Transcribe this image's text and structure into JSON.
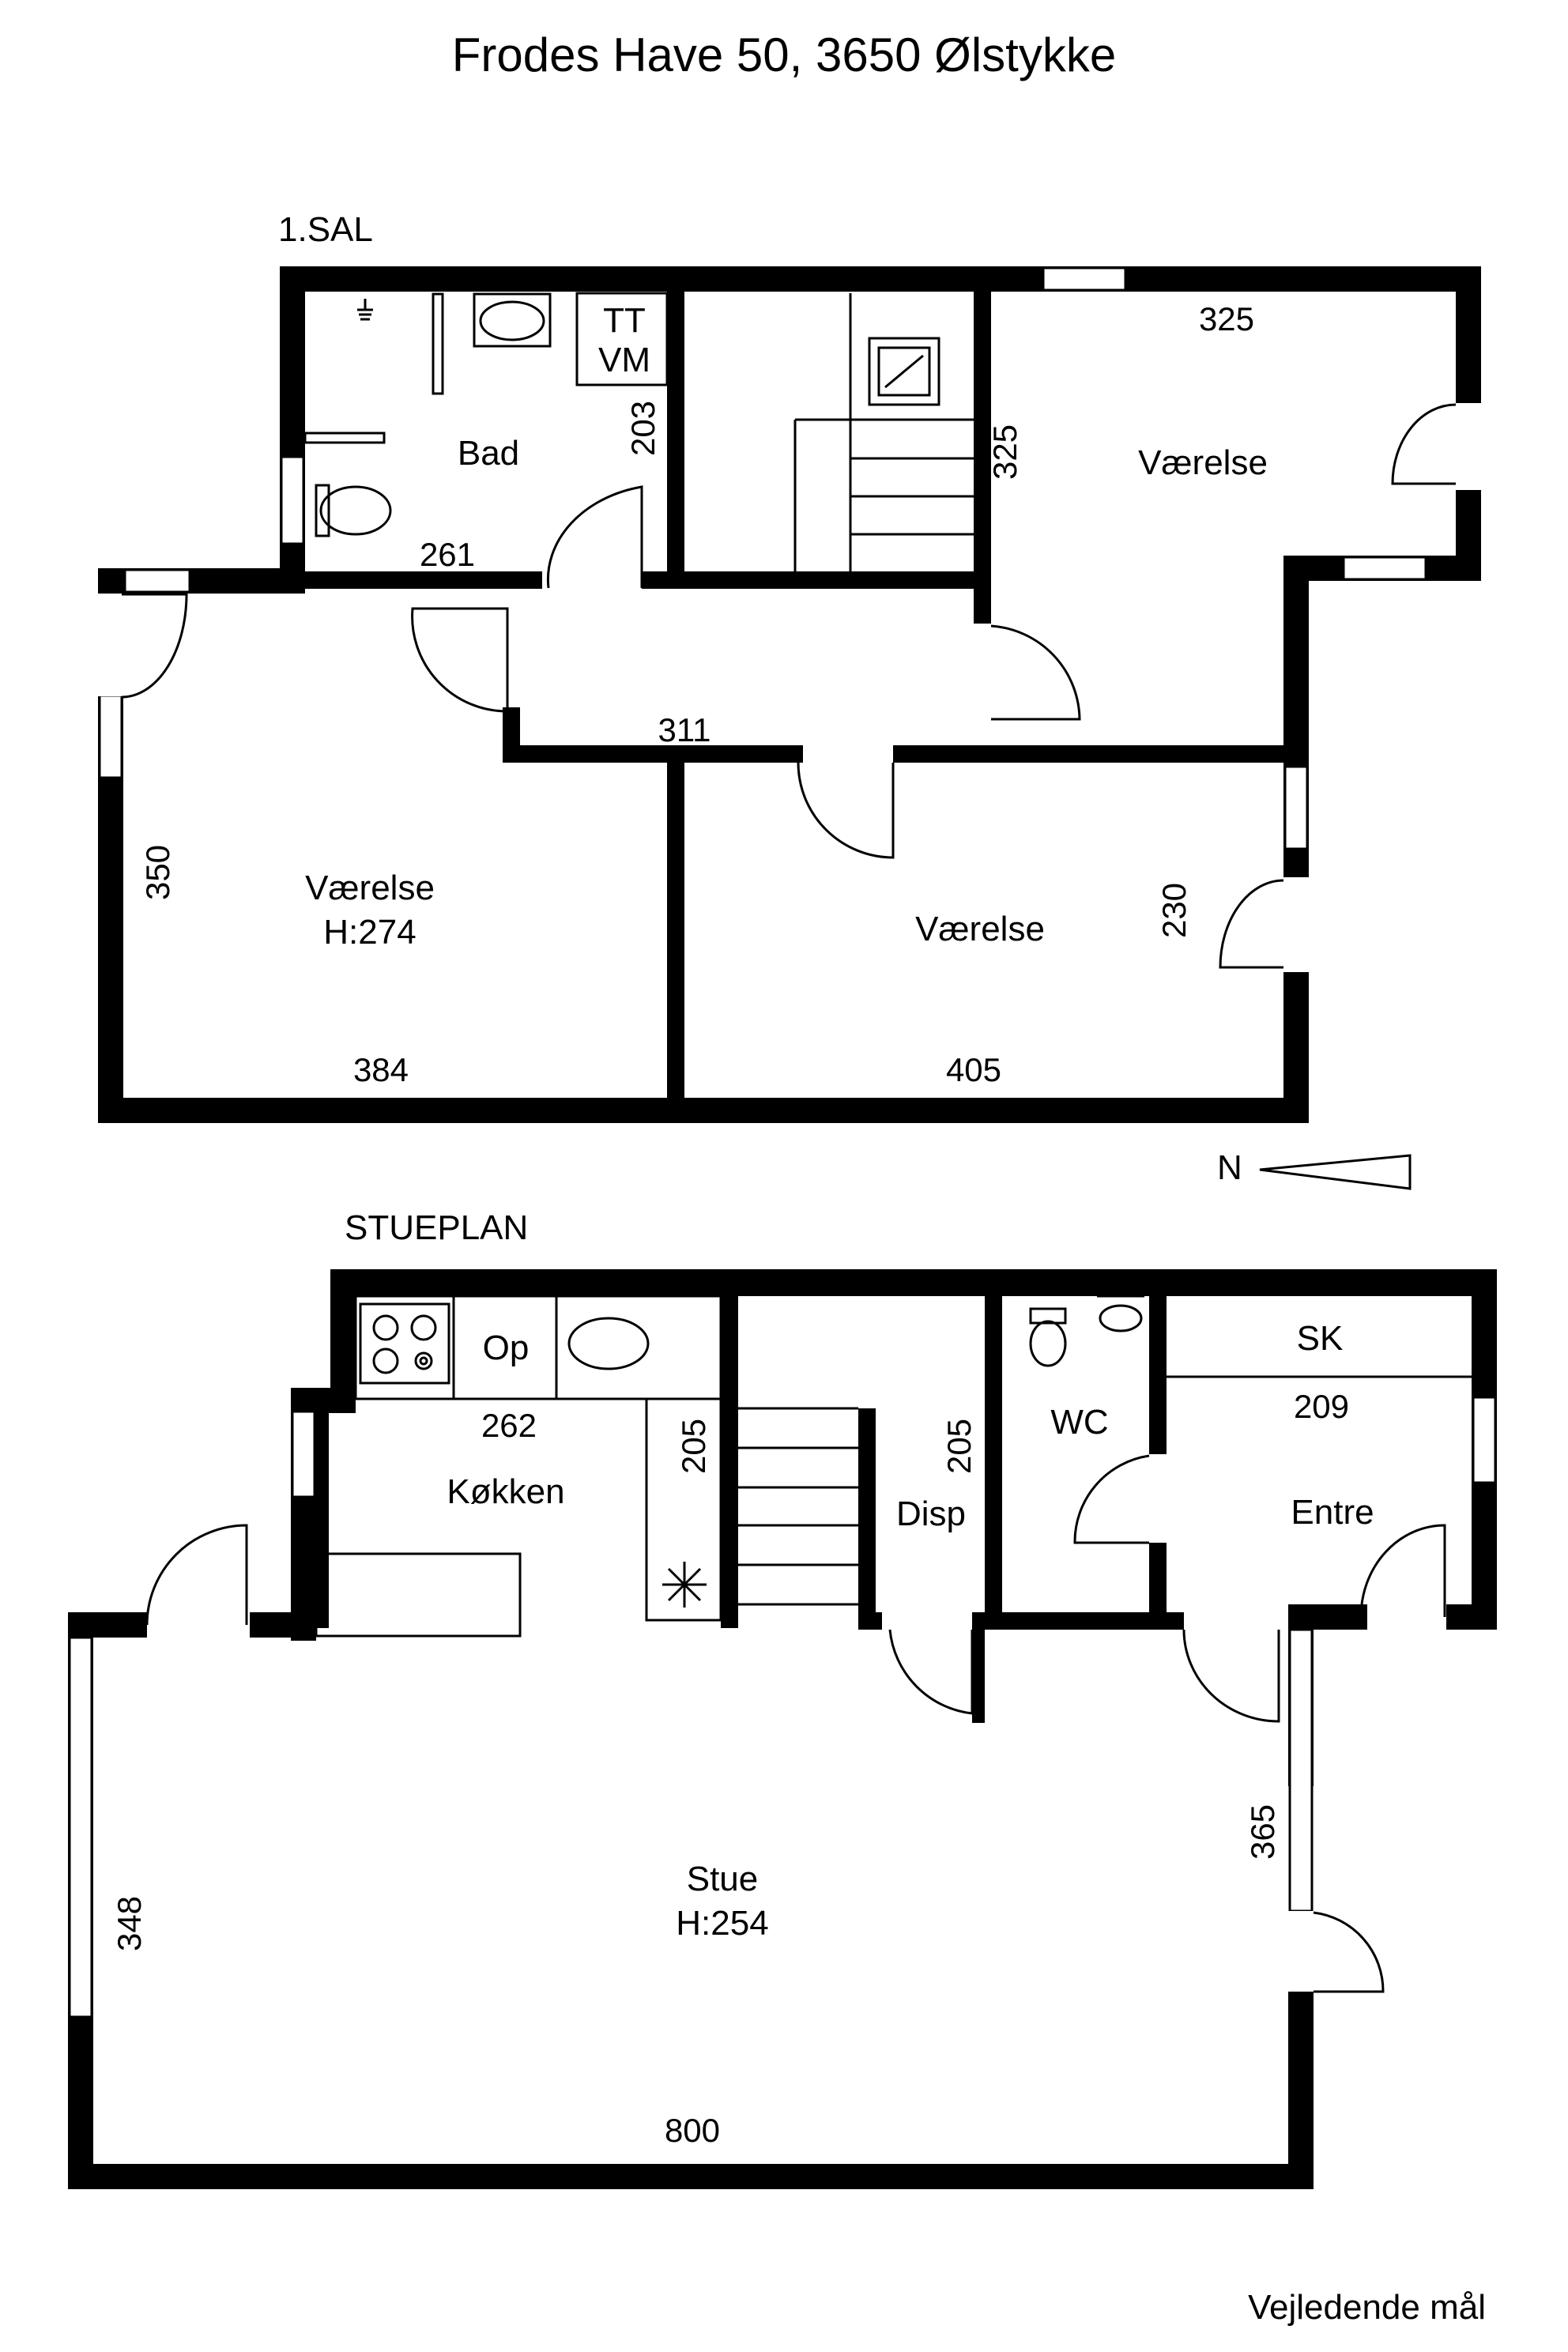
{
  "title": "Frodes Have 50, 3650 Ølstykke",
  "levels": {
    "upper": "1.SAL",
    "ground": "STUEPLAN"
  },
  "upper_rooms": {
    "bad": "Bad",
    "tt": "TT",
    "vm": "VM",
    "vaerelse_ne": "Værelse",
    "vaerelse_sw": "Værelse",
    "vaerelse_sw_height": "H:274",
    "vaerelse_se": "Værelse"
  },
  "upper_dims": {
    "bad_width": "261",
    "bad_height": "203",
    "stair_height": "325",
    "ne_width": "325",
    "hall_width": "311",
    "sw_height": "350",
    "sw_width": "384",
    "se_width": "405",
    "se_height": "230"
  },
  "ground_rooms": {
    "op": "Op",
    "koekken": "Køkken",
    "disp": "Disp",
    "wc": "WC",
    "sk": "SK",
    "entre": "Entre",
    "stue": "Stue",
    "stue_height": "H:254"
  },
  "ground_dims": {
    "koekken_width": "262",
    "koekken_height": "205",
    "disp_height": "205",
    "entre_width": "209",
    "stue_right": "365",
    "stue_left": "348",
    "stue_width": "800"
  },
  "north": "N",
  "footnote": "Vejledende mål"
}
